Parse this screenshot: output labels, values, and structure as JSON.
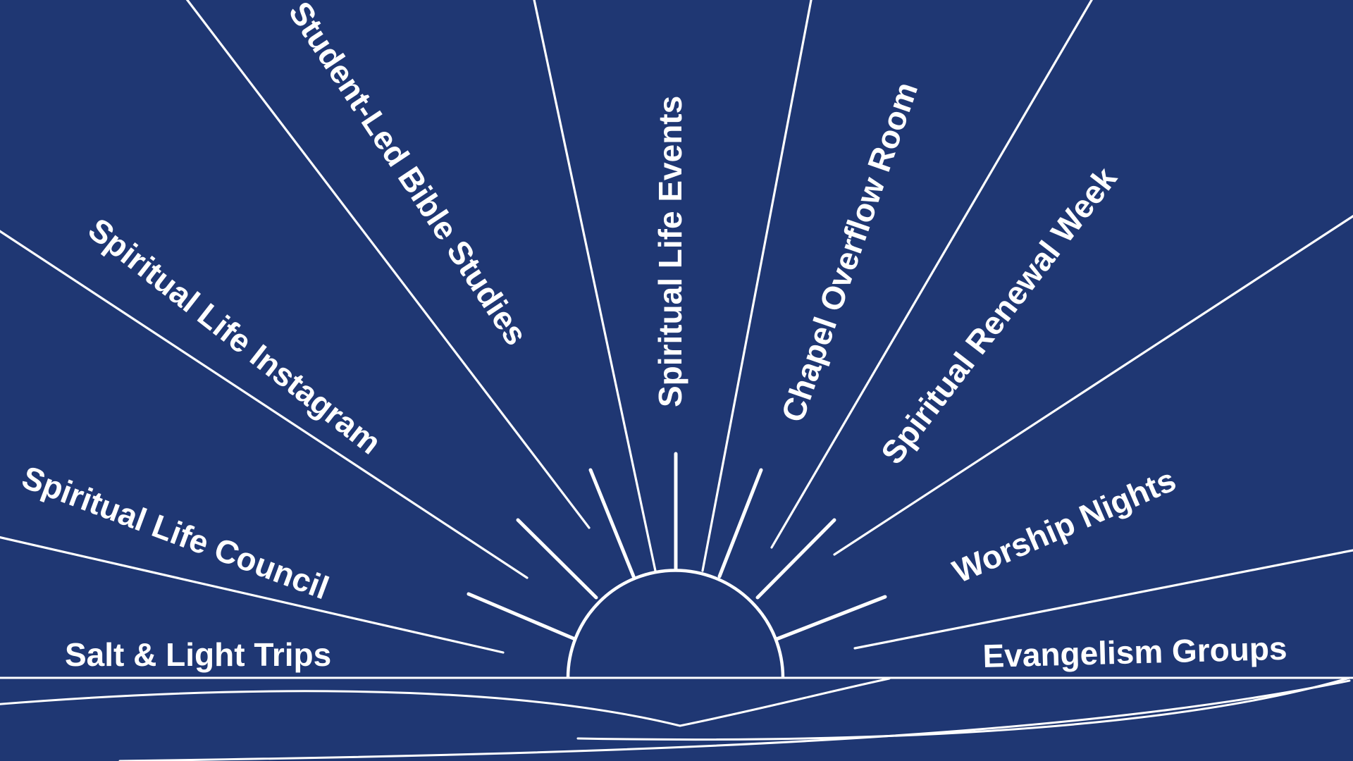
{
  "colors": {
    "background": "#1f3773",
    "line": "#ffffff",
    "text": "#ffffff"
  },
  "rays": [
    {
      "id": "salt-light-trips",
      "label": "Salt & Light Trips"
    },
    {
      "id": "spiritual-life-council",
      "label": "Spiritual Life Council"
    },
    {
      "id": "spiritual-life-instagram",
      "label": "Spiritual Life Instagram"
    },
    {
      "id": "student-led-bible-studies",
      "label": "Student-Led Bible Studies"
    },
    {
      "id": "spiritual-life-events",
      "label": "Spiritual Life Events"
    },
    {
      "id": "chapel-overflow-room",
      "label": "Chapel Overflow Room"
    },
    {
      "id": "spiritual-renewal-week",
      "label": "Spiritual Renewal Week"
    },
    {
      "id": "worship-nights",
      "label": "Worship Nights"
    },
    {
      "id": "evangelism-groups",
      "label": "Evangelism Groups"
    }
  ]
}
